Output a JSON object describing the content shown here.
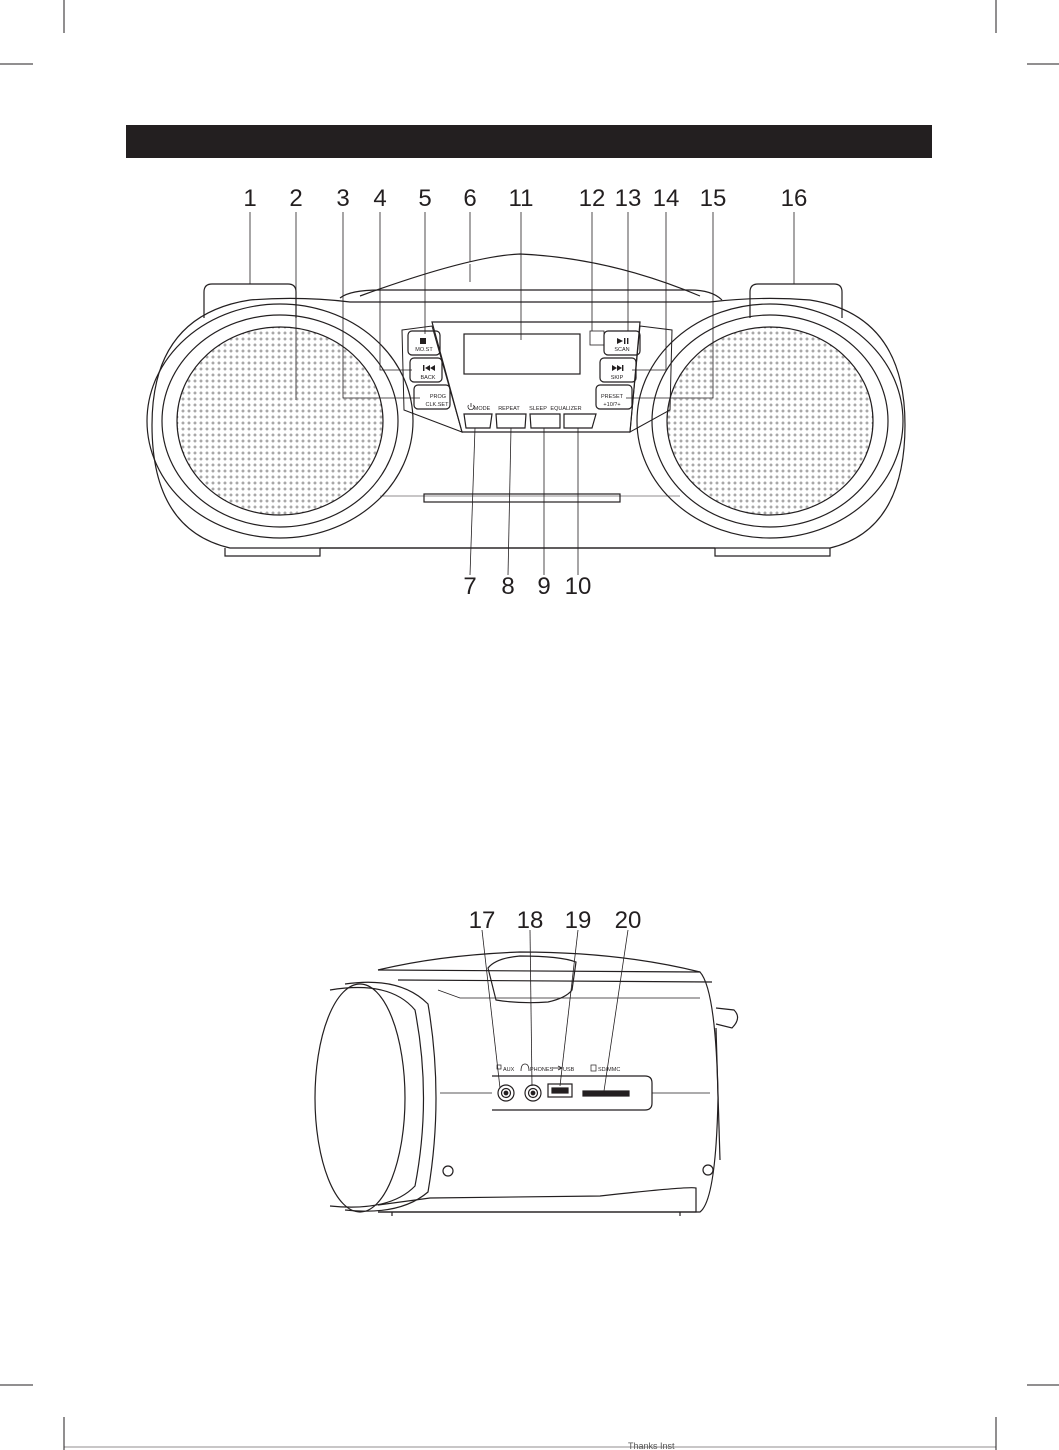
{
  "header": {
    "title": ""
  },
  "front_view": {
    "callouts": [
      "1",
      "2",
      "3",
      "4",
      "5",
      "6",
      "11",
      "12",
      "13",
      "14",
      "15",
      "16",
      "7",
      "8",
      "9",
      "10"
    ],
    "button_labels": {
      "stop": "MO.ST",
      "back": "BACK",
      "prog": "PROG",
      "clkset": "CLK.SET",
      "play": "SCAN",
      "skip": "SKIP",
      "preset": "PRESET",
      "preset2": "+10/?+",
      "mode": "MODE",
      "repeat": "REPEAT",
      "sleep": "SLEEP",
      "equalizer": "EQUALIZER"
    },
    "icons": [
      "stop-icon",
      "previous-icon",
      "play-pause-icon",
      "next-icon",
      "power-icon"
    ]
  },
  "side_view": {
    "callouts": [
      "17",
      "18",
      "19",
      "20"
    ],
    "port_labels": {
      "aux": "AUX",
      "phones": "PHONES",
      "usb": "USB",
      "sdmmc": "SD/MMC"
    },
    "icons": [
      "aux-icon",
      "headphones-icon",
      "usb-icon",
      "sd-card-icon"
    ]
  },
  "footer": {
    "text": "Thanks Inst"
  },
  "colors": {
    "ink": "#231f20",
    "paper": "#ffffff"
  }
}
